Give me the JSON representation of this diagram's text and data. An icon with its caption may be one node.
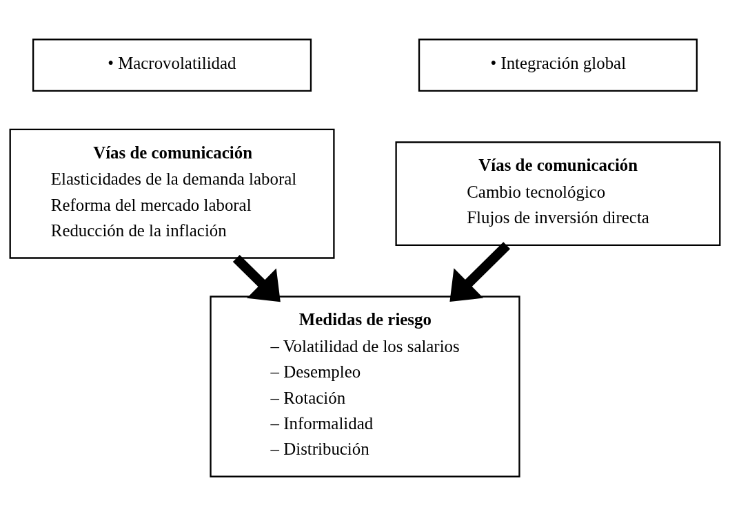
{
  "diagram": {
    "nodes": [
      {
        "text": [
          "• Macrovolatilidad"
        ]
      },
      {
        "text": [
          "• Integración global"
        ]
      },
      {
        "text": [
          "Vías de comunicación",
          "Elasticidades de la demanda laboral",
          "Reforma del mercado laboral",
          "Reducción de la inflación"
        ]
      },
      {
        "text": [
          "Vías de comunicación",
          "Cambio tecnológico",
          "Flujos de inversión directa"
        ]
      },
      {
        "text": [
          "Medidas de riesgo",
          "– Volatilidad de los salarios",
          "– Desempleo",
          "– Rotación",
          "– Informalidad",
          "– Distribución"
        ]
      }
    ],
    "edges": [
      {
        "from": 2,
        "to": 4,
        "arrow": "to"
      },
      {
        "from": 3,
        "to": 4,
        "arrow": "to"
      }
    ]
  }
}
